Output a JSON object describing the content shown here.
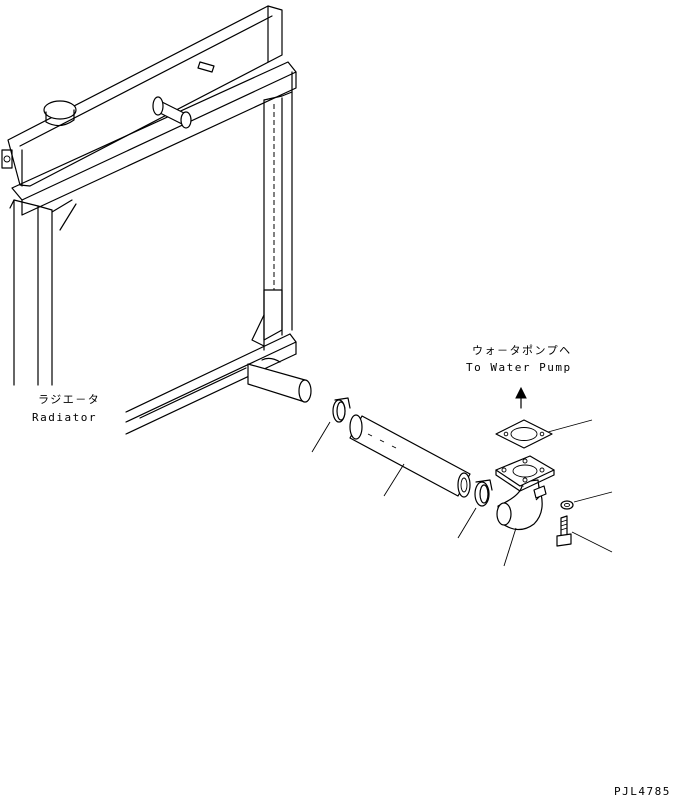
{
  "labels": {
    "radiator_jp": "ラジエ－タ",
    "radiator_en": "Radiator",
    "water_pump_jp": "ウォ－タポンプヘ",
    "water_pump_en": "To Water Pump",
    "drawing_code": "PJL4785"
  }
}
